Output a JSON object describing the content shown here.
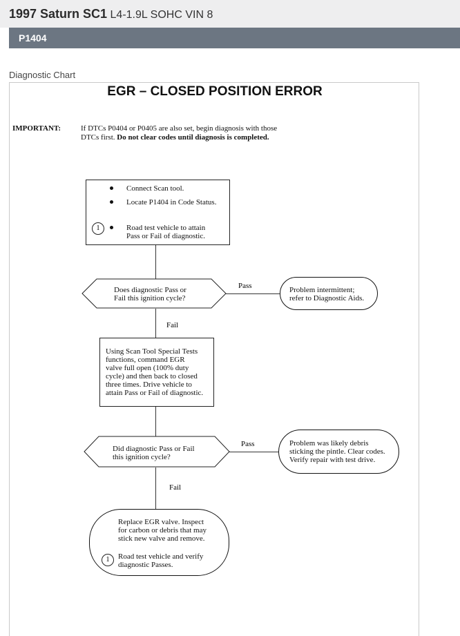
{
  "header": {
    "vehicle": "1997 Saturn SC1",
    "engine": "L4-1.9L SOHC VIN 8"
  },
  "code_bar": {
    "code": "P1404"
  },
  "section_label": "Diagnostic Chart",
  "chart": {
    "title": "EGR – CLOSED POSITION ERROR",
    "important_label": "IMPORTANT:",
    "important_line1": "If DTCs P0404 or P0405 are also set, begin diagnosis with those",
    "important_line2_a": "DTCs first. ",
    "important_line2_b": "Do not clear codes until diagnosis is completed.",
    "step1": {
      "item1": "Connect Scan tool.",
      "item2": "Locate P1404 in Code Status.",
      "item3_line1": "Road test vehicle to attain",
      "item3_line2": "Pass or Fail of diagnostic.",
      "note_number": "1"
    },
    "decision1": {
      "line1": "Does diagnostic Pass or",
      "line2": "Fail this ignition cycle?",
      "pass_label": "Pass",
      "fail_label": "Fail"
    },
    "result1": {
      "line1": "Problem intermittent;",
      "line2": "refer to Diagnostic Aids."
    },
    "step2": {
      "line1": "Using Scan Tool Special Tests",
      "line2": "functions, command EGR",
      "line3": "valve full open (100% duty",
      "line4": "cycle) and then back to closed",
      "line5": "three times. Drive vehicle to",
      "line6": "attain Pass or Fail of diagnostic."
    },
    "decision2": {
      "line1": "Did diagnostic Pass or Fail",
      "line2": "this ignition cycle?",
      "pass_label": "Pass",
      "fail_label": "Fail"
    },
    "result2": {
      "line1": "Problem was likely debris",
      "line2": "sticking the pintle. Clear codes.",
      "line3": "Verify repair with test drive."
    },
    "step3": {
      "line1": "Replace EGR valve. Inspect",
      "line2": "for carbon or debris that may",
      "line3": "stick new valve and remove.",
      "line4": "Road test vehicle and verify",
      "line5": "diagnostic Passes.",
      "note_number": "1"
    }
  }
}
